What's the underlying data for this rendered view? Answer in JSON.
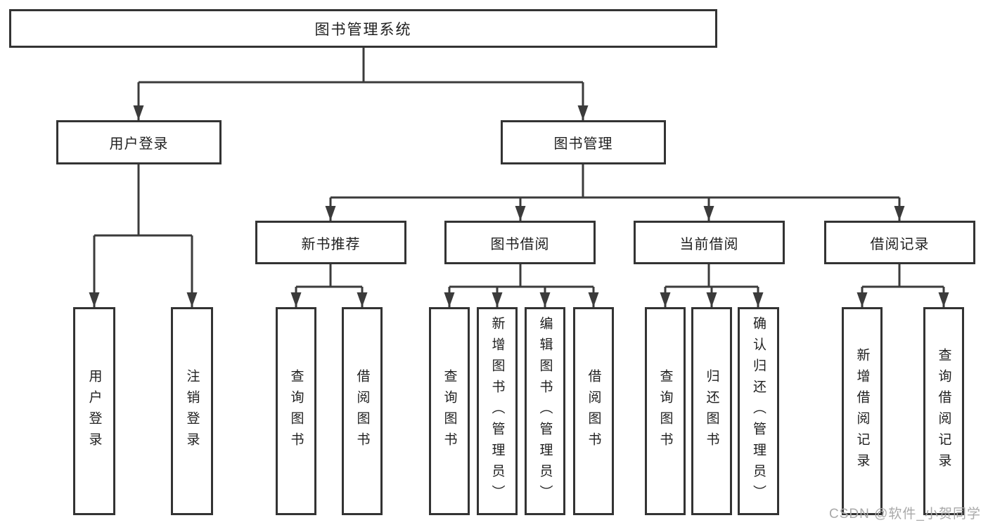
{
  "diagram": {
    "root": {
      "label": "图书管理系统"
    },
    "user_login": {
      "label": "用户登录",
      "children": {
        "login": {
          "label": "用户登录"
        },
        "logout": {
          "label": "注销登录"
        }
      }
    },
    "book_management": {
      "label": "图书管理",
      "children": {
        "new_book_recommend": {
          "label": "新书推荐",
          "children": {
            "query_books": {
              "label": "查询图书"
            },
            "borrow_books": {
              "label": "借阅图书"
            }
          }
        },
        "book_borrowing": {
          "label": "图书借阅",
          "children": {
            "query_books": {
              "label": "查询图书"
            },
            "add_books": {
              "label": "新增图书（管理员）"
            },
            "edit_books": {
              "label": "编辑图书（管理员）"
            },
            "borrow_books": {
              "label": "借阅图书"
            }
          }
        },
        "current_borrowing": {
          "label": "当前借阅",
          "children": {
            "query_books": {
              "label": "查询图书"
            },
            "return_books": {
              "label": "归还图书"
            },
            "confirm_return": {
              "label": "确认归还（管理员）"
            }
          }
        },
        "borrow_records": {
          "label": "借阅记录",
          "children": {
            "add_record": {
              "label": "新增借阅记录"
            },
            "query_record": {
              "label": "查询借阅记录"
            }
          }
        }
      }
    }
  },
  "watermark": {
    "text": "CSDN @软件_小贺同学"
  },
  "colors": {
    "line": "#3b3b3b",
    "box_border": "#333333",
    "text": "#1f1f1f",
    "watermark": "#a9a9a9",
    "background": "#ffffff"
  }
}
